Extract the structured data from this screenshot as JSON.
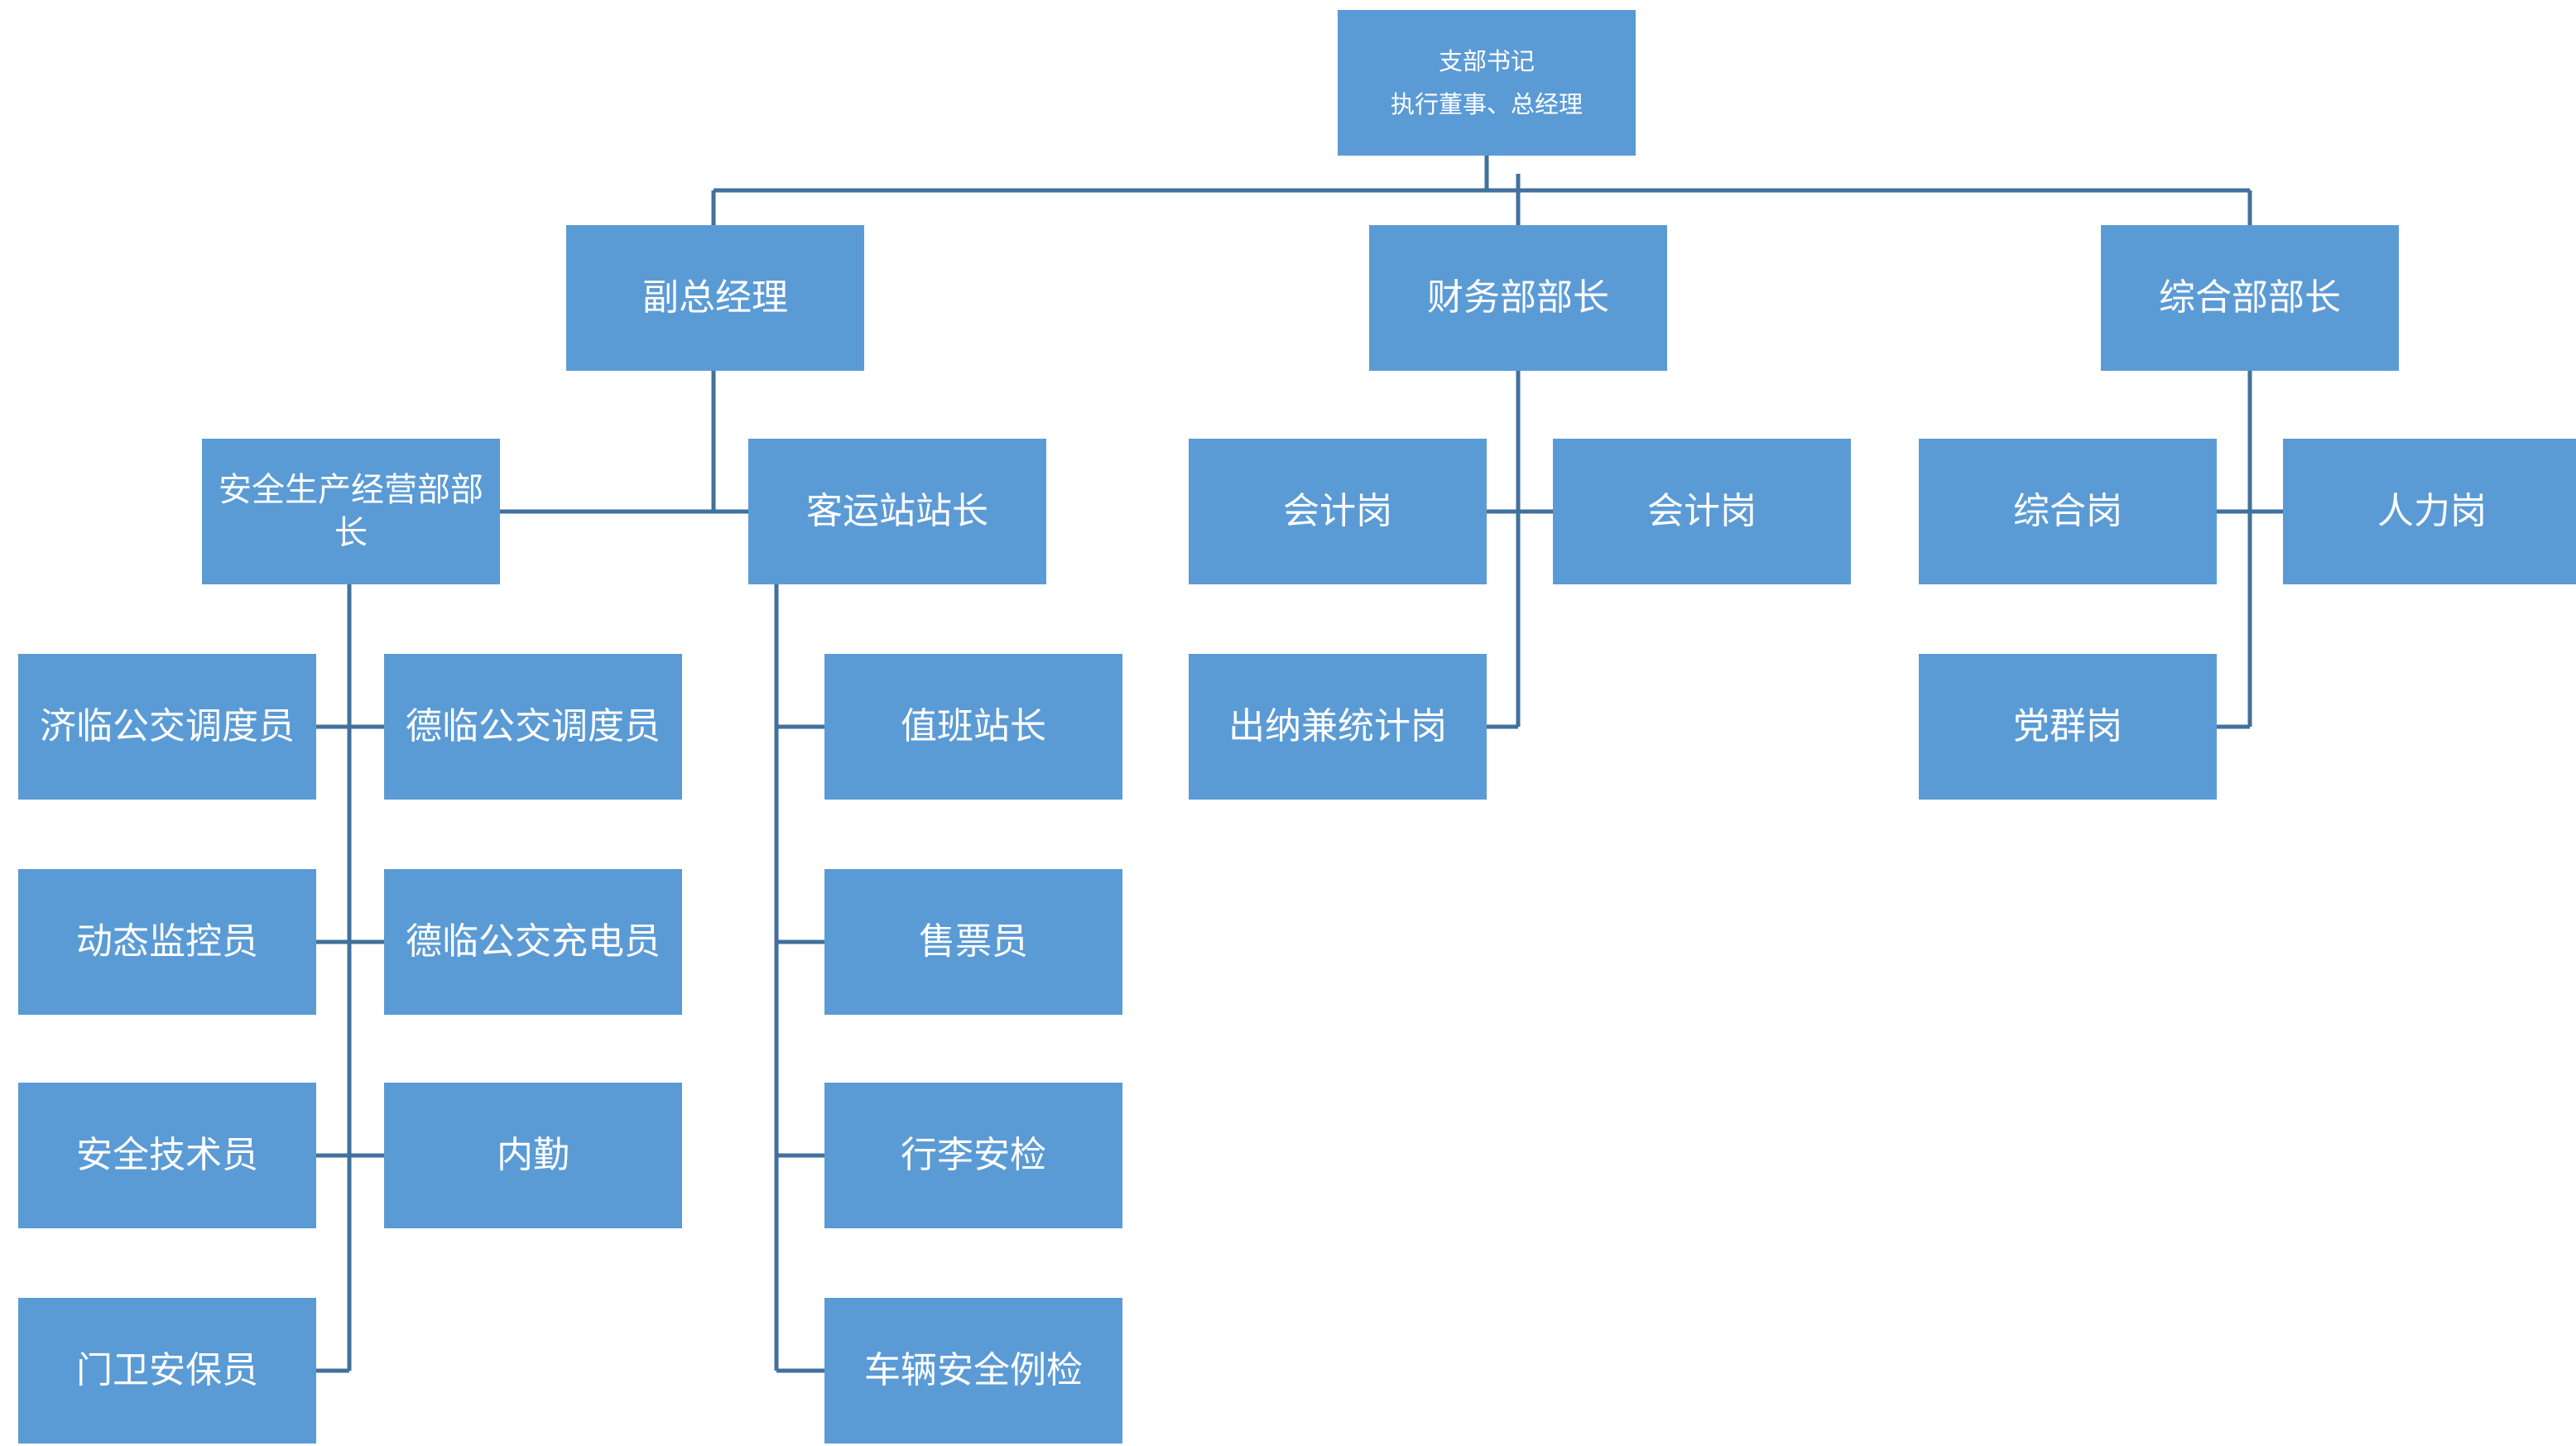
{
  "line_color": "#41719C",
  "box_color": "#5B9BD5",
  "text_color": "#FFFFFF",
  "nodes": {
    "root": {
      "line1": "支部书记",
      "line2": "执行董事、总经理"
    },
    "deputy_gm": "副总经理",
    "finance_head": "财务部部长",
    "general_head": "综合部部长",
    "safety_head": "安全生产经营部部长",
    "station_master": "客运站站长",
    "accountant_1": "会计岗",
    "accountant_2": "会计岗",
    "cashier_stats": "出纳兼统计岗",
    "general_post": "综合岗",
    "hr_post": "人力岗",
    "party_post": "党群岗",
    "jilin_dispatcher": "济临公交调度员",
    "delin_dispatcher": "德临公交调度员",
    "dynamic_monitor": "动态监控员",
    "delin_charger": "德临公交充电员",
    "safety_tech": "安全技术员",
    "internal_affairs": "内勤",
    "gate_guard": "门卫安保员",
    "duty_station_master": "值班站长",
    "ticket_seller": "售票员",
    "luggage_check": "行李安检",
    "vehicle_inspection": "车辆安全例检"
  }
}
